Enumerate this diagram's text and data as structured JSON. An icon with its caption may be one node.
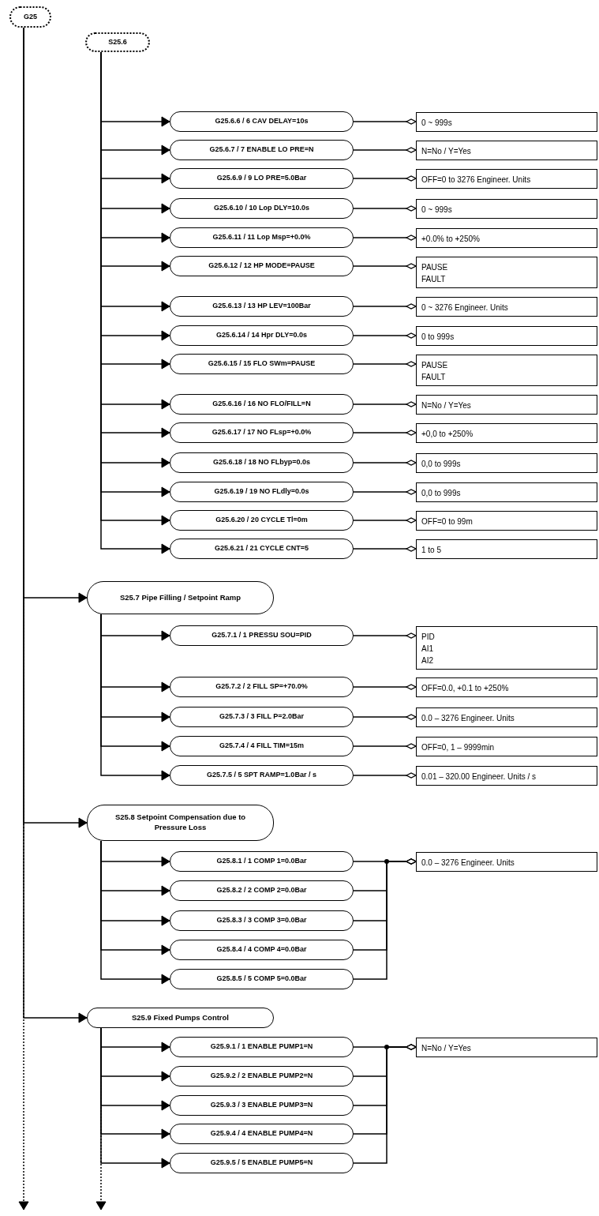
{
  "diagram": {
    "nodes": [
      {
        "text": [
          "G25"
        ]
      },
      {
        "text": [
          "S25.6"
        ]
      },
      {
        "text": [
          "G25.6.6 / 6 CAV DELAY=10s"
        ]
      },
      {
        "text": [
          "0 ~ 999s"
        ]
      },
      {
        "text": [
          "G25.6.7 / 7 ENABLE LO PRE=N"
        ]
      },
      {
        "text": [
          "N=No / Y=Yes"
        ]
      },
      {
        "text": [
          "G25.6.9 / 9 LO PRE=5.0Bar"
        ]
      },
      {
        "text": [
          "OFF=0 to 3276 Engineer. Units"
        ]
      },
      {
        "text": [
          "G25.6.10 / 10 Lop DLY=10.0s"
        ]
      },
      {
        "text": [
          "0 ~ 999s"
        ]
      },
      {
        "text": [
          "G25.6.11 / 11 Lop Msp=+0.0%"
        ]
      },
      {
        "text": [
          "+0.0% to +250%"
        ]
      },
      {
        "text": [
          "G25.6.12 / 12 HP MODE=PAUSE"
        ]
      },
      {
        "text": [
          "PAUSE",
          "FAULT"
        ]
      },
      {
        "text": [
          "G25.6.13 / 13 HP LEV=100Bar"
        ]
      },
      {
        "text": [
          "0 ~ 3276 Engineer. Units"
        ]
      },
      {
        "text": [
          "G25.6.14 / 14 Hpr DLY=0.0s"
        ]
      },
      {
        "text": [
          "0 to 999s"
        ]
      },
      {
        "text": [
          "G25.6.15 / 15 FLO SWm=PAUSE"
        ]
      },
      {
        "text": [
          "PAUSE",
          "FAULT"
        ]
      },
      {
        "text": [
          "G25.6.16 / 16 NO FLO/FILL=N"
        ]
      },
      {
        "text": [
          "N=No / Y=Yes"
        ]
      },
      {
        "text": [
          "G25.6.17 / 17 NO FLsp=+0.0%"
        ]
      },
      {
        "text": [
          "+0,0 to +250%"
        ]
      },
      {
        "text": [
          "G25.6.18 / 18 NO FLbyp=0.0s"
        ]
      },
      {
        "text": [
          "0,0 to 999s"
        ]
      },
      {
        "text": [
          "G25.6.19 / 19 NO FLdly=0.0s"
        ]
      },
      {
        "text": [
          "0,0 to 999s"
        ]
      },
      {
        "text": [
          "G25.6.20 / 20 CYCLE Tl=0m"
        ]
      },
      {
        "text": [
          "OFF=0 to 99m"
        ]
      },
      {
        "text": [
          "G25.6.21 / 21 CYCLE CNT=5"
        ]
      },
      {
        "text": [
          "1 to 5"
        ]
      },
      {
        "text": [
          "S25.7 Pipe Filling / Setpoint Ramp"
        ]
      },
      {
        "text": [
          "G25.7.1 / 1 PRESSU SOU=PID"
        ]
      },
      {
        "text": [
          "PID",
          "AI1",
          "AI2"
        ]
      },
      {
        "text": [
          "G25.7.2 / 2 FILL SP=+70.0%"
        ]
      },
      {
        "text": [
          "OFF=0.0, +0.1 to +250%"
        ]
      },
      {
        "text": [
          "G25.7.3 / 3 FILL P=2.0Bar"
        ]
      },
      {
        "text": [
          "0.0 – 3276 Engineer. Units"
        ]
      },
      {
        "text": [
          "G25.7.4 / 4 FILL TIM=15m"
        ]
      },
      {
        "text": [
          "OFF=0, 1 – 9999min"
        ]
      },
      {
        "text": [
          "G25.7.5 / 5 SPT RAMP=1.0Bar / s"
        ]
      },
      {
        "text": [
          "0.01 – 320.00 Engineer. Units / s"
        ]
      },
      {
        "text": [
          "S25.8 Setpoint Compensation due to Pressure Loss"
        ]
      },
      {
        "text": [
          "G25.8.1 / 1 COMP 1=0.0Bar"
        ]
      },
      {
        "text": [
          "0.0 – 3276 Engineer. Units"
        ]
      },
      {
        "text": [
          "G25.8.2 / 2 COMP 2=0.0Bar"
        ]
      },
      {
        "text": [
          "G25.8.3 / 3 COMP 3=0.0Bar"
        ]
      },
      {
        "text": [
          "G25.8.4 / 4 COMP 4=0.0Bar"
        ]
      },
      {
        "text": [
          "G25.8.5 / 5 COMP 5=0.0Bar"
        ]
      },
      {
        "text": [
          "S25.9 Fixed Pumps Control"
        ]
      },
      {
        "text": [
          "G25.9.1 / 1 ENABLE PUMP1=N"
        ]
      },
      {
        "text": [
          "N=No / Y=Yes"
        ]
      },
      {
        "text": [
          "G25.9.2 / 2 ENABLE PUMP2=N"
        ]
      },
      {
        "text": [
          "G25.9.3 / 3 ENABLE PUMP3=N"
        ]
      },
      {
        "text": [
          "G25.9.4 / 4 ENABLE PUMP4=N"
        ]
      },
      {
        "text": [
          "G25.9.5 / 5 ENABLE PUMP5=N"
        ]
      }
    ],
    "edges": [
      {
        "from": 0,
        "to": 32,
        "arrow": "to"
      },
      {
        "from": 0,
        "to": 43,
        "arrow": "to"
      },
      {
        "from": 0,
        "to": 50,
        "arrow": "to"
      },
      {
        "from": 0,
        "to": null,
        "arrow": "to",
        "style": "dashed"
      },
      {
        "from": 1,
        "to": 2,
        "arrow": "to"
      },
      {
        "from": 1,
        "to": 4,
        "arrow": "to"
      },
      {
        "from": 1,
        "to": 6,
        "arrow": "to"
      },
      {
        "from": 1,
        "to": 8,
        "arrow": "to"
      },
      {
        "from": 1,
        "to": 10,
        "arrow": "to"
      },
      {
        "from": 1,
        "to": 12,
        "arrow": "to"
      },
      {
        "from": 1,
        "to": 14,
        "arrow": "to"
      },
      {
        "from": 1,
        "to": 16,
        "arrow": "to"
      },
      {
        "from": 1,
        "to": 18,
        "arrow": "to"
      },
      {
        "from": 1,
        "to": 20,
        "arrow": "to"
      },
      {
        "from": 1,
        "to": 22,
        "arrow": "to"
      },
      {
        "from": 1,
        "to": 24,
        "arrow": "to"
      },
      {
        "from": 1,
        "to": 26,
        "arrow": "to"
      },
      {
        "from": 1,
        "to": 28,
        "arrow": "to"
      },
      {
        "from": 1,
        "to": 30,
        "arrow": "to"
      },
      {
        "from": 2,
        "to": 3,
        "arrow": "other"
      },
      {
        "from": 4,
        "to": 5,
        "arrow": "other"
      },
      {
        "from": 6,
        "to": 7,
        "arrow": "other"
      },
      {
        "from": 8,
        "to": 9,
        "arrow": "other"
      },
      {
        "from": 10,
        "to": 11,
        "arrow": "other"
      },
      {
        "from": 12,
        "to": 13,
        "arrow": "other"
      },
      {
        "from": 14,
        "to": 15,
        "arrow": "other"
      },
      {
        "from": 16,
        "to": 17,
        "arrow": "other"
      },
      {
        "from": 18,
        "to": 19,
        "arrow": "other"
      },
      {
        "from": 20,
        "to": 21,
        "arrow": "other"
      },
      {
        "from": 22,
        "to": 23,
        "arrow": "other"
      },
      {
        "from": 24,
        "to": 25,
        "arrow": "other"
      },
      {
        "from": 26,
        "to": 27,
        "arrow": "other"
      },
      {
        "from": 28,
        "to": 29,
        "arrow": "other"
      },
      {
        "from": 30,
        "to": 31,
        "arrow": "other"
      },
      {
        "from": 32,
        "to": 33,
        "arrow": "to"
      },
      {
        "from": 32,
        "to": 35,
        "arrow": "to"
      },
      {
        "from": 32,
        "to": 37,
        "arrow": "to"
      },
      {
        "from": 32,
        "to": 39,
        "arrow": "to"
      },
      {
        "from": 32,
        "to": 41,
        "arrow": "to"
      },
      {
        "from": 33,
        "to": 34,
        "arrow": "other"
      },
      {
        "from": 35,
        "to": 36,
        "arrow": "other"
      },
      {
        "from": 37,
        "to": 38,
        "arrow": "other"
      },
      {
        "from": 39,
        "to": 40,
        "arrow": "other"
      },
      {
        "from": 41,
        "to": 42,
        "arrow": "other"
      },
      {
        "from": 43,
        "to": 44,
        "arrow": "to"
      },
      {
        "from": 43,
        "to": 46,
        "arrow": "to"
      },
      {
        "from": 43,
        "to": 47,
        "arrow": "to"
      },
      {
        "from": 43,
        "to": 48,
        "arrow": "to"
      },
      {
        "from": 43,
        "to": 49,
        "arrow": "to"
      },
      {
        "from": 44,
        "to": 45,
        "arrow": "other"
      },
      {
        "from": 46,
        "to": 45,
        "arrow": "other"
      },
      {
        "from": 47,
        "to": 45,
        "arrow": "other"
      },
      {
        "from": 48,
        "to": 45,
        "arrow": "other"
      },
      {
        "from": 49,
        "to": 45,
        "arrow": "other"
      },
      {
        "from": 50,
        "to": 51,
        "arrow": "to"
      },
      {
        "from": 50,
        "to": 53,
        "arrow": "to"
      },
      {
        "from": 50,
        "to": 54,
        "arrow": "to"
      },
      {
        "from": 50,
        "to": 55,
        "arrow": "to"
      },
      {
        "from": 50,
        "to": 56,
        "arrow": "to"
      },
      {
        "from": 51,
        "to": 52,
        "arrow": "other"
      },
      {
        "from": 53,
        "to": 52,
        "arrow": "other"
      },
      {
        "from": 54,
        "to": 52,
        "arrow": "other"
      },
      {
        "from": 55,
        "to": 52,
        "arrow": "other"
      },
      {
        "from": 56,
        "to": 52,
        "arrow": "other"
      },
      {
        "from": 50,
        "to": null,
        "arrow": "to",
        "style": "dashed"
      }
    ]
  }
}
